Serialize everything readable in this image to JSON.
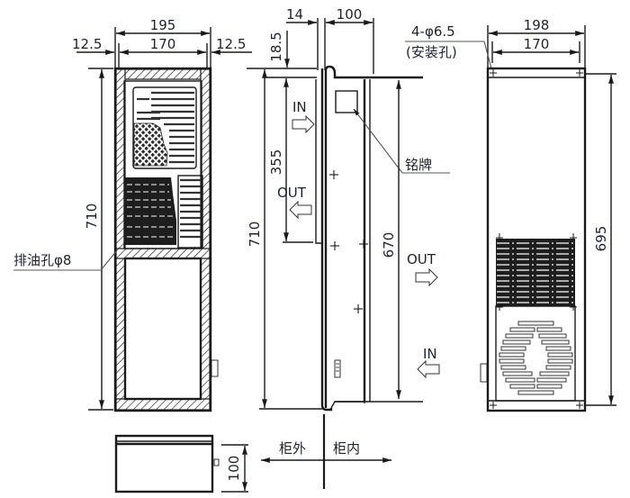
{
  "drawing": {
    "title": "Cabinet air conditioner outline dimension drawing",
    "units": "mm",
    "line_color": "#1a1a1a",
    "text_color": "#1d2230"
  },
  "front_view": {
    "dim_overall_width": "195",
    "dim_inner_width": "170",
    "dim_left_margin": "12.5",
    "dim_right_margin": "12.5",
    "dim_height": "710",
    "drain_hole_label": "排油孔φ8"
  },
  "side_view": {
    "dim_flange": "14",
    "dim_depth": "100",
    "dim_top_offset": "18.5",
    "dim_cutout": "355",
    "dim_height": "710",
    "dim_inner_height": "670",
    "nameplate_label": "铭牌",
    "airflow": {
      "inside_in": "IN",
      "inside_out": "OUT",
      "outside_out": "OUT",
      "outside_in": "IN"
    }
  },
  "rear_view": {
    "mount_holes_label": "4-φ6.5",
    "mount_holes_sublabel": "(安装孔)",
    "dim_overall_width": "198",
    "dim_hole_spacing": "170",
    "dim_hole_height": "695"
  },
  "bottom_view": {
    "dim_depth": "100"
  },
  "legend": {
    "outside_label": "柜外",
    "inside_label": "柜内"
  }
}
